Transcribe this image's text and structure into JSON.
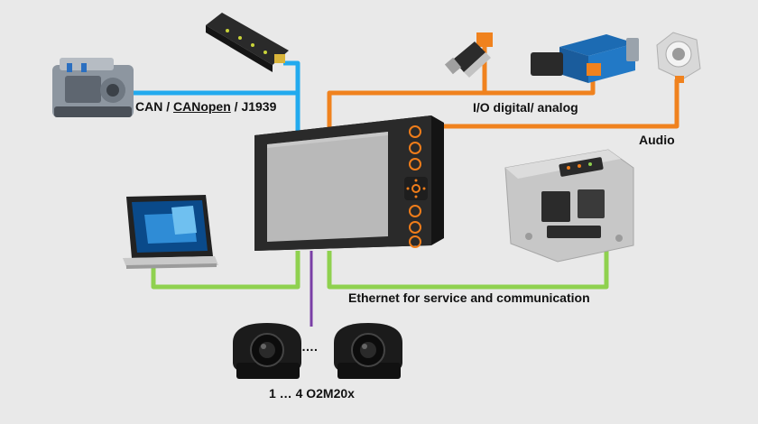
{
  "labels": {
    "can": {
      "part1": "CAN / ",
      "part2": "CANopen",
      "part3": " / J1939"
    },
    "io": "I/O digital/ analog",
    "audio": "Audio",
    "ethernet": "Ethernet for service and communication",
    "cameras": "1 … 4 O2M20x",
    "ellipsis": "…."
  },
  "colors": {
    "background": "#e9e9e9",
    "can_line": "#22aaee",
    "io_line": "#f0821e",
    "ethernet_line": "#8fd14f",
    "video_line": "#7a3fa6",
    "button_accent": "#f07d1a"
  }
}
